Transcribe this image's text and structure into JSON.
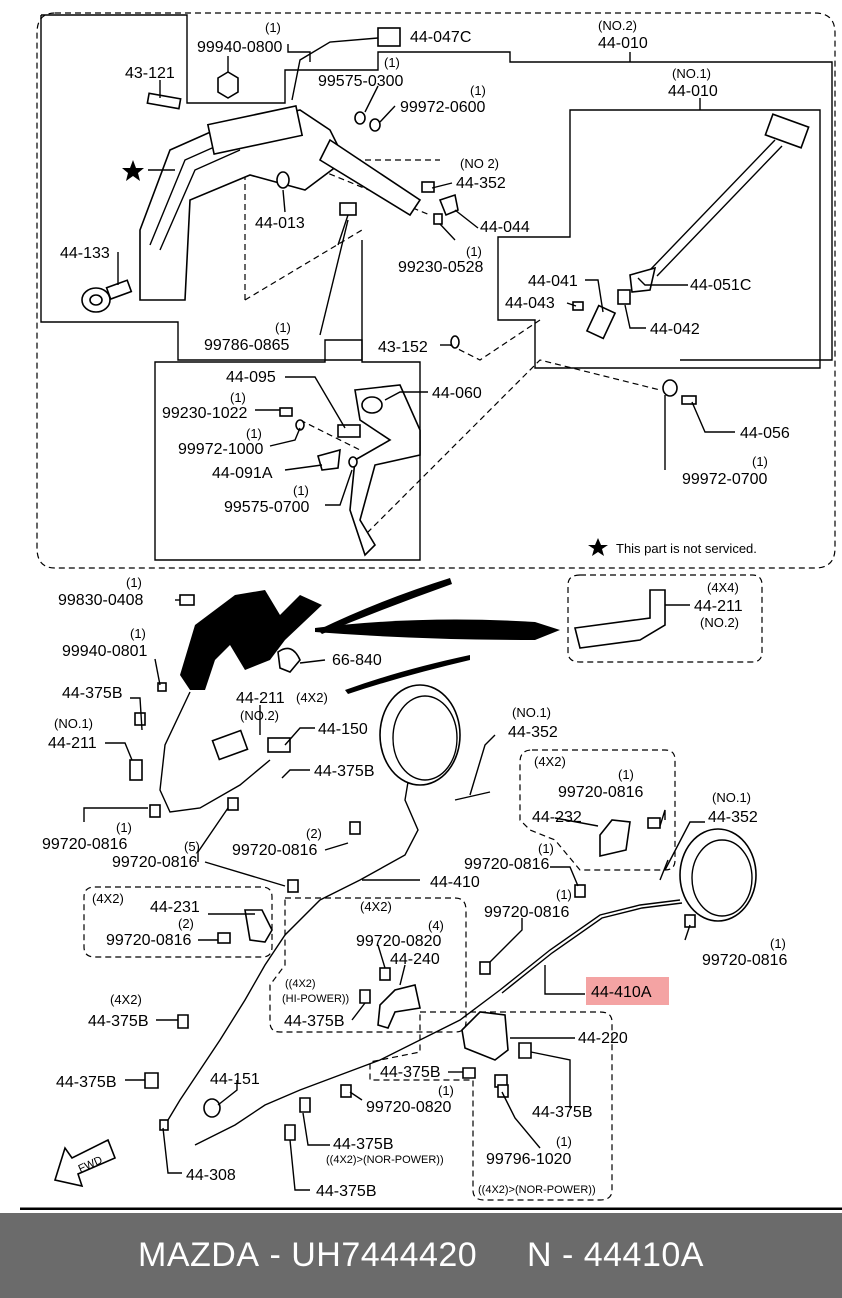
{
  "labels": {
    "l_44047C": "44-047C",
    "l_99940_0800_q": "(1)",
    "l_99940_0800": "99940-0800",
    "l_43121": "43-121",
    "l_99575_0300_q": "(1)",
    "l_99575_0300": "99575-0300",
    "l_99972_0600_q": "(1)",
    "l_99972_0600": "99972-0600",
    "l_no2_top": "(NO.2)",
    "l_44010_no2": "44-010",
    "l_no1_top": "(NO.1)",
    "l_44010_no1": "44-010",
    "l_no2_352": "(NO 2)",
    "l_44352_top": "44-352",
    "l_44013": "44-013",
    "l_44044": "44-044",
    "l_99230_0528_q": "(1)",
    "l_99230_0528": "99230-0528",
    "l_44133": "44-133",
    "l_44041": "44-041",
    "l_44051C": "44-051C",
    "l_44043": "44-043",
    "l_44042": "44-042",
    "l_99786_0865_q": "(1)",
    "l_99786_0865": "99786-0865",
    "l_43152": "43-152",
    "l_44095": "44-095",
    "l_44060": "44-060",
    "l_99230_1022_q": "(1)",
    "l_99230_1022": "99230-1022",
    "l_99972_1000_q": "(1)",
    "l_99972_1000": "99972-1000",
    "l_44056": "44-056",
    "l_44091A": "44-091A",
    "l_99972_0700_q": "(1)",
    "l_99972_0700": "99972-0700",
    "l_99575_0700_q": "(1)",
    "l_99575_0700": "99575-0700",
    "l_star_note": "This part is not serviced.",
    "l_99830_0408_q": "(1)",
    "l_99830_0408": "99830-0408",
    "l_4x4": "(4X4)",
    "l_44211_4x4": "44-211",
    "l_no2_211": "(NO.2)",
    "l_99940_0801_q": "(1)",
    "l_99940_0801": "99940-0801",
    "l_66840": "66-840",
    "l_44375B_a": "44-375B",
    "l_44211_4x2": "44-211",
    "l_4x2_a": "(4X2)",
    "l_no2_211b": "(NO.2)",
    "l_44150": "44-150",
    "l_no1_211": "(NO.1)",
    "l_44211_no1": "44-211",
    "l_no1_352a": "(NO.1)",
    "l_44352_a": "44-352",
    "l_44375B_b": "44-375B",
    "l_4x2_b": "(4X2)",
    "l_99720_0816_a_q": "(1)",
    "l_99720_0816_a": "99720-0816",
    "l_no1_352b": "(NO.1)",
    "l_44232": "44-232",
    "l_44352_b": "44-352",
    "l_99720_0816_b_q": "(1)",
    "l_99720_0816_b": "99720-0816",
    "l_99720_0816_c_q": "(5)",
    "l_99720_0816_c": "99720-0816",
    "l_99720_0816_d_q": "(2)",
    "l_99720_0816_d": "99720-0816",
    "l_99720_0816_e_q": "(1)",
    "l_99720_0816_e": "99720-0816",
    "l_44410": "44-410",
    "l_4x2_c": "(4X2)",
    "l_44231": "44-231",
    "l_4x2_d": "(4X2)",
    "l_99720_0816_f_q": "(2)",
    "l_99720_0816_f": "99720-0816",
    "l_99720_0820_a_q": "(4)",
    "l_99720_0820_a": "99720-0820",
    "l_99720_0816_g_q": "(1)",
    "l_99720_0816_g": "99720-0816",
    "l_99720_0816_h_q": "(1)",
    "l_99720_0816_h": "99720-0816",
    "l_44240": "44-240",
    "l_4x2_e": "((4X2)",
    "l_hi_power": "(HI-POWER))",
    "l_44410A": "44-410A",
    "l_4x2_f": "(4X2)",
    "l_44375B_c": "44-375B",
    "l_44375B_d": "44-375B",
    "l_44220": "44-220",
    "l_44375B_e": "44-375B",
    "l_99720_0820_b_q": "(1)",
    "l_99720_0820_b": "99720-0820",
    "l_44375B_f": "44-375B",
    "l_44151": "44-151",
    "l_99796_1020_q": "(1)",
    "l_99796_1020": "99796-1020",
    "l_44375B_g": "44-375B",
    "l_4x2_nor": "((4X2)>(NOR-POWER))",
    "l_44308": "44-308",
    "l_44375B_h": "44-375B",
    "l_4x2_nor2": "((4X2)>(NOR-POWER))",
    "l_fwd": "FWD"
  },
  "highlight_color": "#f4a3a3",
  "footer": {
    "brand": "MAZDA",
    "sep1": " - ",
    "part_number": "UH7444420",
    "gap": "     ",
    "n_prefix": "N",
    "sep2": " - ",
    "ref": "44410A"
  }
}
